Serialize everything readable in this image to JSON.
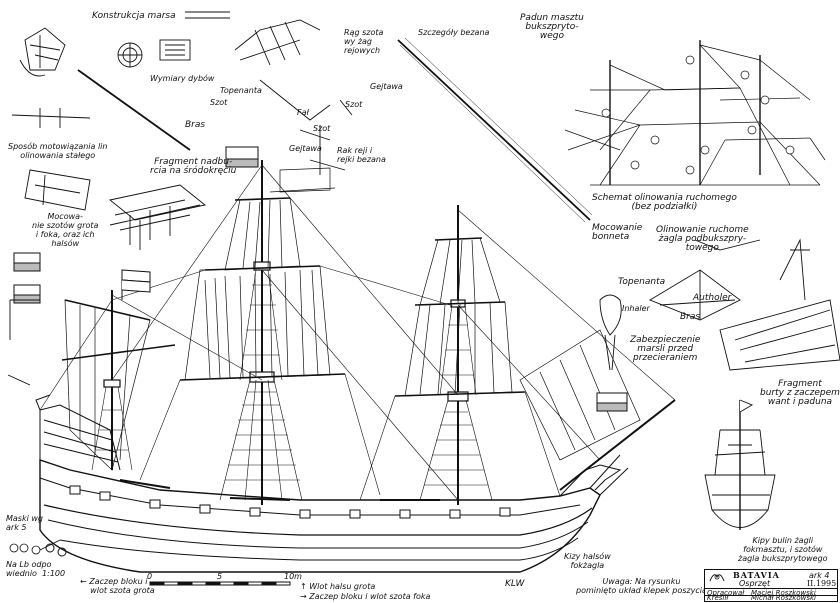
{
  "sheet": {
    "labels": {
      "konstrukcja_marsa": "Konstrukcja marsa",
      "wymiary_dybow": "Wymiary dybów",
      "topenanta_top": "Topenanta",
      "szot_top": "Szot",
      "bras_top": "Bras",
      "fal": "Fał",
      "szot_right": "Szot",
      "gejtawa": "Gejtawa",
      "rag_szota": "Rąg szota\nwy żag\nrejowych",
      "gejtawa_small": "Gejtawa",
      "szot_small": "Szot",
      "szczegoly_bezana": "Szczegóły bezana",
      "padun_masztu": "Padun masztu\nbukszpryto-\nwego",
      "rak_reji": "Rak reji i\nrejki bezana",
      "sposob": "Sposób motowiązania lin\nolinowania stałego",
      "fragment_nadburcia": "Fragment nadbu-\nrcia na śródokręciu",
      "mocowanie_szotow": "Mocowa-\nnie szotów grota\ni foka, oraz ich\nhalsów",
      "schemat": "Schemat olinowania ruchomego\n(bez podziałki)",
      "mocowanie_bonneta": "Mocowanie\nbonneta",
      "olinowanie_ruchome": "Olinowanie ruchome\nżagla podbukszpry-\ntowego",
      "topenanta_right": "Topenanta",
      "inhaler": "Inhaler",
      "autholer": "Autholer",
      "bras_right": "Bras",
      "zabezpieczenie": "Zabezpieczenie\nmarsli przed\nprzecieraniem",
      "fragment_burty": "Fragment\nburty z zaczepem\nwant i paduna",
      "kipy_bulin": "Kipy bulin żagli\nfokmasztu, i szotów\nżagla bukszprytowego",
      "maski": "Maski wg\nark 5",
      "na_lb": "Na Lb odpo\nwiednio  1:100",
      "zaczep_bloku_1": "← Zaczep bloku i\n    wlot szota grota",
      "wlot_halsu": "↑ Wlot halsu grota",
      "zaczep_bloku_2": "→ Zaczep bloku i wlot szota foka",
      "klw": "KLW",
      "kizy_halsow": "Kizy halsów\nfokżagla",
      "uwaga": "Uwaga: Na rysunku\npominięto układ klepek poszycia",
      "scale_0": "0",
      "scale_5": "5",
      "scale_10": "10m"
    },
    "title_block": {
      "name": "BATAVIA",
      "subtitle": "Osprzęt",
      "sheet_no": "ark 4",
      "date": "II.1995",
      "prepared_label": "Opracował",
      "prepared_by": "Maciej Roszkowski",
      "drawn_label": "Kreślił",
      "drawn_by": "Michał Roszkowski"
    }
  }
}
